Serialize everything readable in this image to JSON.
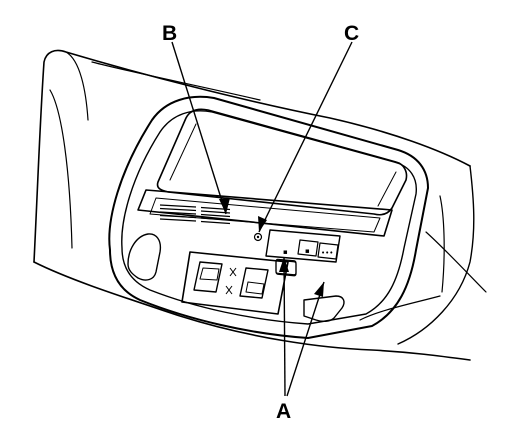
{
  "callouts": {
    "a": "A",
    "b": "B",
    "c": "C"
  },
  "switch_glyphs": {
    "left": "▪",
    "center": "▪",
    "right": "•••"
  },
  "colors": {
    "ink": "#000000",
    "background": "#ffffff"
  }
}
